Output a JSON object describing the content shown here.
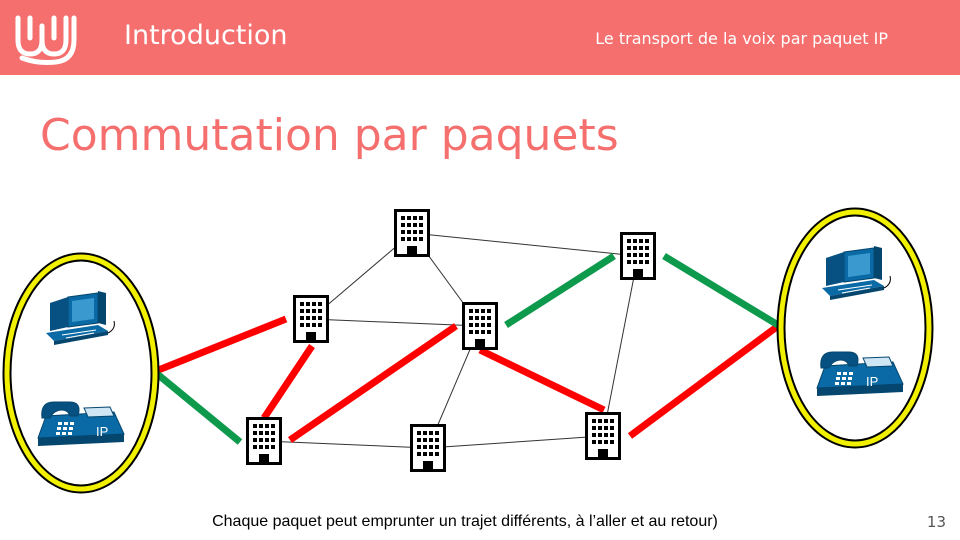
{
  "header": {
    "section_title": "Introduction",
    "subtitle": "Le transport de la voix par paquet IP"
  },
  "slide": {
    "title": "Commutation par paquets",
    "caption": "Chaque paquet peut emprunter un trajet différents, à l’aller et au retour)",
    "page_number": "13"
  },
  "diagram": {
    "left_group": {
      "phone_label": "IP"
    },
    "right_group": {
      "phone_label": "IP"
    }
  },
  "colors": {
    "brand": "#f56f6f",
    "outbound_path": "#ff0000",
    "return_path": "#0e9a4c",
    "endpoint_ring": "#f0f000",
    "device_blue": "#0a6aa5"
  },
  "icons": [
    "logo-icon",
    "building-icon",
    "computer-icon",
    "ip-phone-icon"
  ]
}
